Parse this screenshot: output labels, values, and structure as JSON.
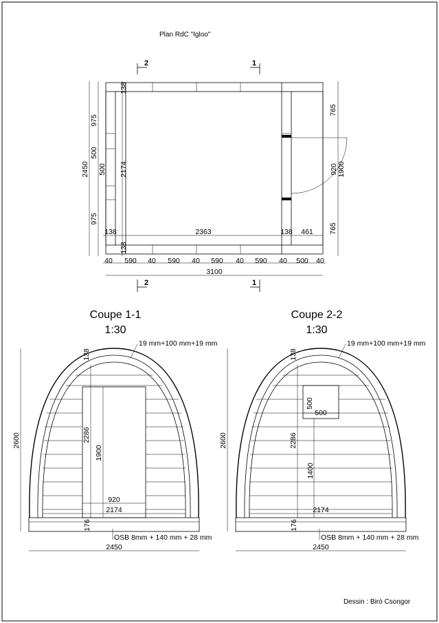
{
  "plan": {
    "title": "Plan RdC \"Igloo\"",
    "section_marks": {
      "two": "2",
      "one": "1"
    },
    "dims_left": {
      "top": "975",
      "mid": "500",
      "mid2": "500",
      "bottom": "975",
      "total": "2450"
    },
    "dims_inner": {
      "top_thk": "138",
      "height": "2174",
      "bottom_thk": "138"
    },
    "dims_right": {
      "top": "765",
      "door": "920",
      "door2": "1900",
      "bottom": "765"
    },
    "dims_row": {
      "a": "138",
      "b": "2363",
      "c": "138",
      "d": "461"
    },
    "dims_bottom": [
      "40",
      "590",
      "40",
      "590",
      "40",
      "590",
      "40",
      "590",
      "40",
      "500",
      "40"
    ],
    "dims_total": "3100"
  },
  "sections": [
    {
      "title": "Coupe 1-1",
      "scale": "1:30",
      "layers": "19 mm+100 mm+19 mm",
      "thk": "138",
      "inner_h": "2286",
      "door_h": "1900",
      "door_w": "920",
      "inner_w": "2174",
      "floor_thk": "176",
      "floor": "OSB 8mm + 140 mm + 28 mm",
      "height": "2600",
      "width": "2450"
    },
    {
      "title": "Coupe 2-2",
      "scale": "1:30",
      "layers": "19 mm+100 mm+19 mm",
      "thk": "138",
      "win_h": "500",
      "win_w": "500",
      "inner_h": "2286",
      "sill_h": "1400",
      "inner_w": "2174",
      "floor_thk": "176",
      "floor": "OSB 8mm + 140 mm + 28 mm",
      "height": "2600",
      "width": "2450"
    }
  ],
  "author": "Dessin : Biró Csongor"
}
